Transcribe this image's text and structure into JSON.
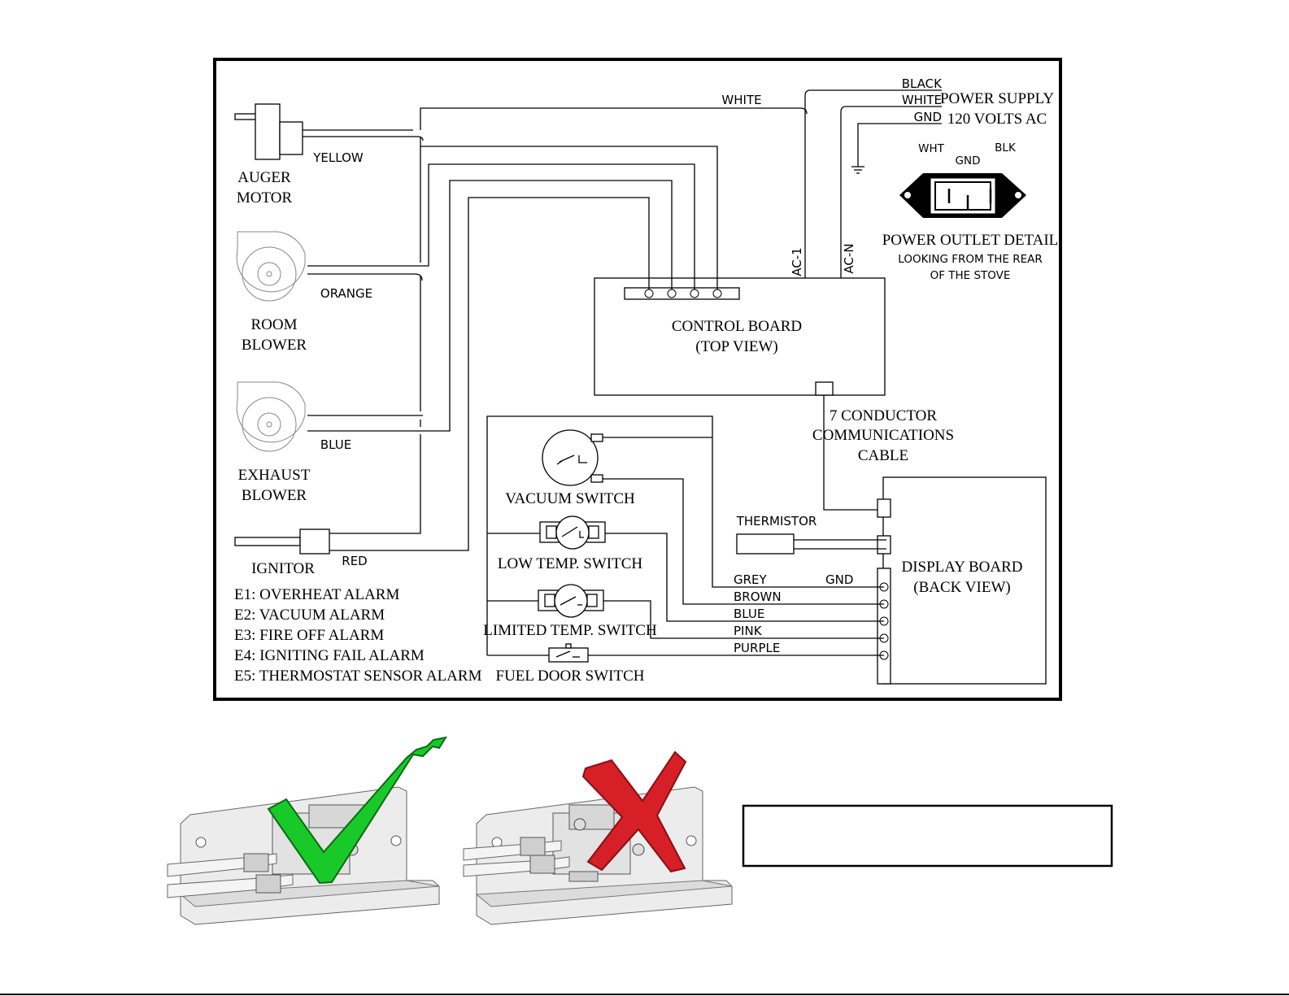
{
  "wiring": {
    "power_supply": [
      "POWER SUPPLY",
      "120 VOLTS AC"
    ],
    "supply_wires": {
      "black": "BLACK",
      "white": "WHITE",
      "gnd": "GND"
    },
    "outlet": {
      "wht": "WHT",
      "gnd": "GND",
      "blk": "BLK",
      "title": "POWER OUTLET DETAIL",
      "subtitle": [
        "LOOKING FROM THE REAR",
        "OF THE STOVE"
      ]
    },
    "ac_labels": {
      "ac1": "AC-1",
      "acn": "AC-N"
    },
    "components": {
      "auger_motor": [
        "AUGER",
        "MOTOR"
      ],
      "room_blower": [
        "ROOM",
        "BLOWER"
      ],
      "exhaust_blower": [
        "EXHAUST",
        "BLOWER"
      ],
      "ignitor": "IGNITOR",
      "control_board": [
        "CONTROL BOARD",
        "(TOP VIEW)"
      ],
      "comm_cable": [
        "7 CONDUCTOR",
        "COMMUNICATIONS",
        "CABLE"
      ],
      "display_board": [
        "DISPLAY BOARD",
        "(BACK VIEW)"
      ],
      "thermistor": "THERMISTOR",
      "vacuum_switch": "VACUUM SWITCH",
      "low_temp_switch": "LOW TEMP. SWITCH",
      "limited_temp_switch": "LIMITED TEMP. SWITCH",
      "fuel_door_switch": "FUEL DOOR SWITCH"
    },
    "wire_colors": {
      "white": "WHITE",
      "yellow": "YELLOW",
      "orange": "ORANGE",
      "blue": "BLUE",
      "red": "RED",
      "grey": "GREY",
      "gnd": "GND",
      "brown": "BROWN",
      "blue2": "BLUE",
      "pink": "PINK",
      "purple": "PURPLE"
    },
    "alarms": [
      "E1: OVERHEAT ALARM",
      "E2: VACUUM ALARM",
      "E3: FIRE OFF ALARM",
      "E4: IGNITING FAIL ALARM",
      "E5: THERMOSTAT SENSOR ALARM"
    ]
  },
  "indicators": {
    "correct_color": "#19c92a",
    "incorrect_color": "#d61f26"
  }
}
